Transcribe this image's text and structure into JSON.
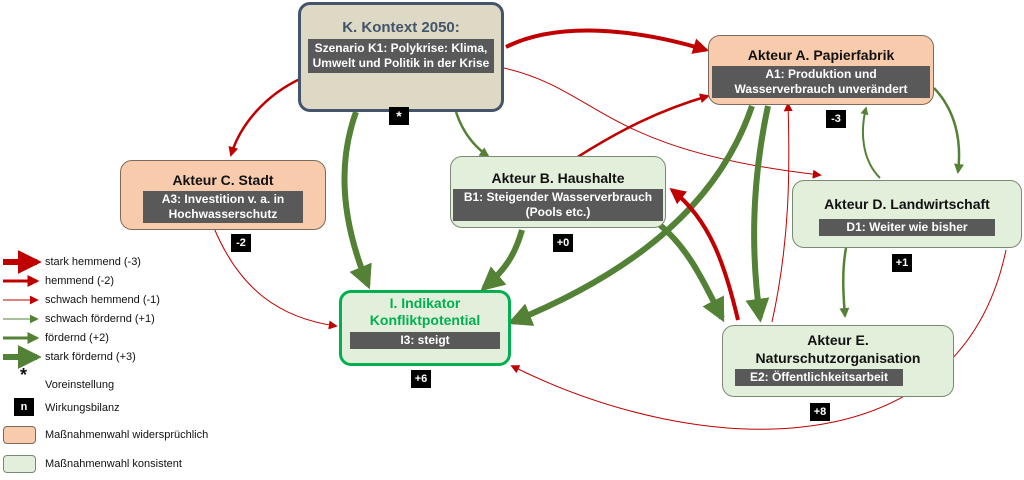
{
  "nodes": {
    "kontext": {
      "title": "K. Kontext 2050:",
      "sub": "Szenario K1: Polykrise: Klima, Umwelt und Politik in der Krise",
      "badge": "*"
    },
    "papierfabrik": {
      "title": "Akteur A. Papierfabrik",
      "sub": "A1: Produktion und Wasserverbrauch unverändert",
      "badge": "-3"
    },
    "stadt": {
      "title": "Akteur C. Stadt",
      "sub": "A3: Investition v. a. in Hochwasserschutz",
      "badge": "-2"
    },
    "haushalte": {
      "title": "Akteur B. Haushalte",
      "sub": "B1: Steigender Wasserverbrauch (Pools etc.)",
      "badge": "+0"
    },
    "landwirtschaft": {
      "title": "Akteur D. Landwirtschaft",
      "sub": "D1: Weiter wie bisher",
      "badge": "+1"
    },
    "indikator": {
      "title": "I. Indikator Konfliktpotential",
      "sub": "I3: steigt",
      "badge": "+6"
    },
    "naturschutz": {
      "title": "Akteur E. Naturschutzorganisation",
      "sub": "E2: Öffentlichkeitsarbeit",
      "badge": "+8"
    }
  },
  "legend": {
    "stark_hemmend": "stark hemmend (-3)",
    "hemmend": "hemmend (-2)",
    "schwach_hemmend": "schwach hemmend (-1)",
    "schwach_foerdernd": "schwach fördernd (+1)",
    "foerdernd": "fördernd (+2)",
    "stark_foerdernd": "stark fördernd (+3)",
    "voreinstellung_symbol": "*",
    "voreinstellung": "Voreinstellung",
    "wirkungsbilanz_symbol": "n",
    "wirkungsbilanz": "Wirkungsbilanz",
    "widerspruechlich": "Maßnahmenwahl widersprüchlich",
    "konsistent": "Maßnahmenwahl konsistent"
  },
  "colors": {
    "hemmend": "#c00000",
    "foerdernd": "#538135",
    "orange_fill": "#f8cbad",
    "green_fill": "#e2efda",
    "kontext_fill": "#ddd9c4",
    "kontext_border": "#44546a",
    "indikator_border": "#00b050",
    "indikator_text": "#00b050",
    "kontext_text": "#44546a"
  }
}
